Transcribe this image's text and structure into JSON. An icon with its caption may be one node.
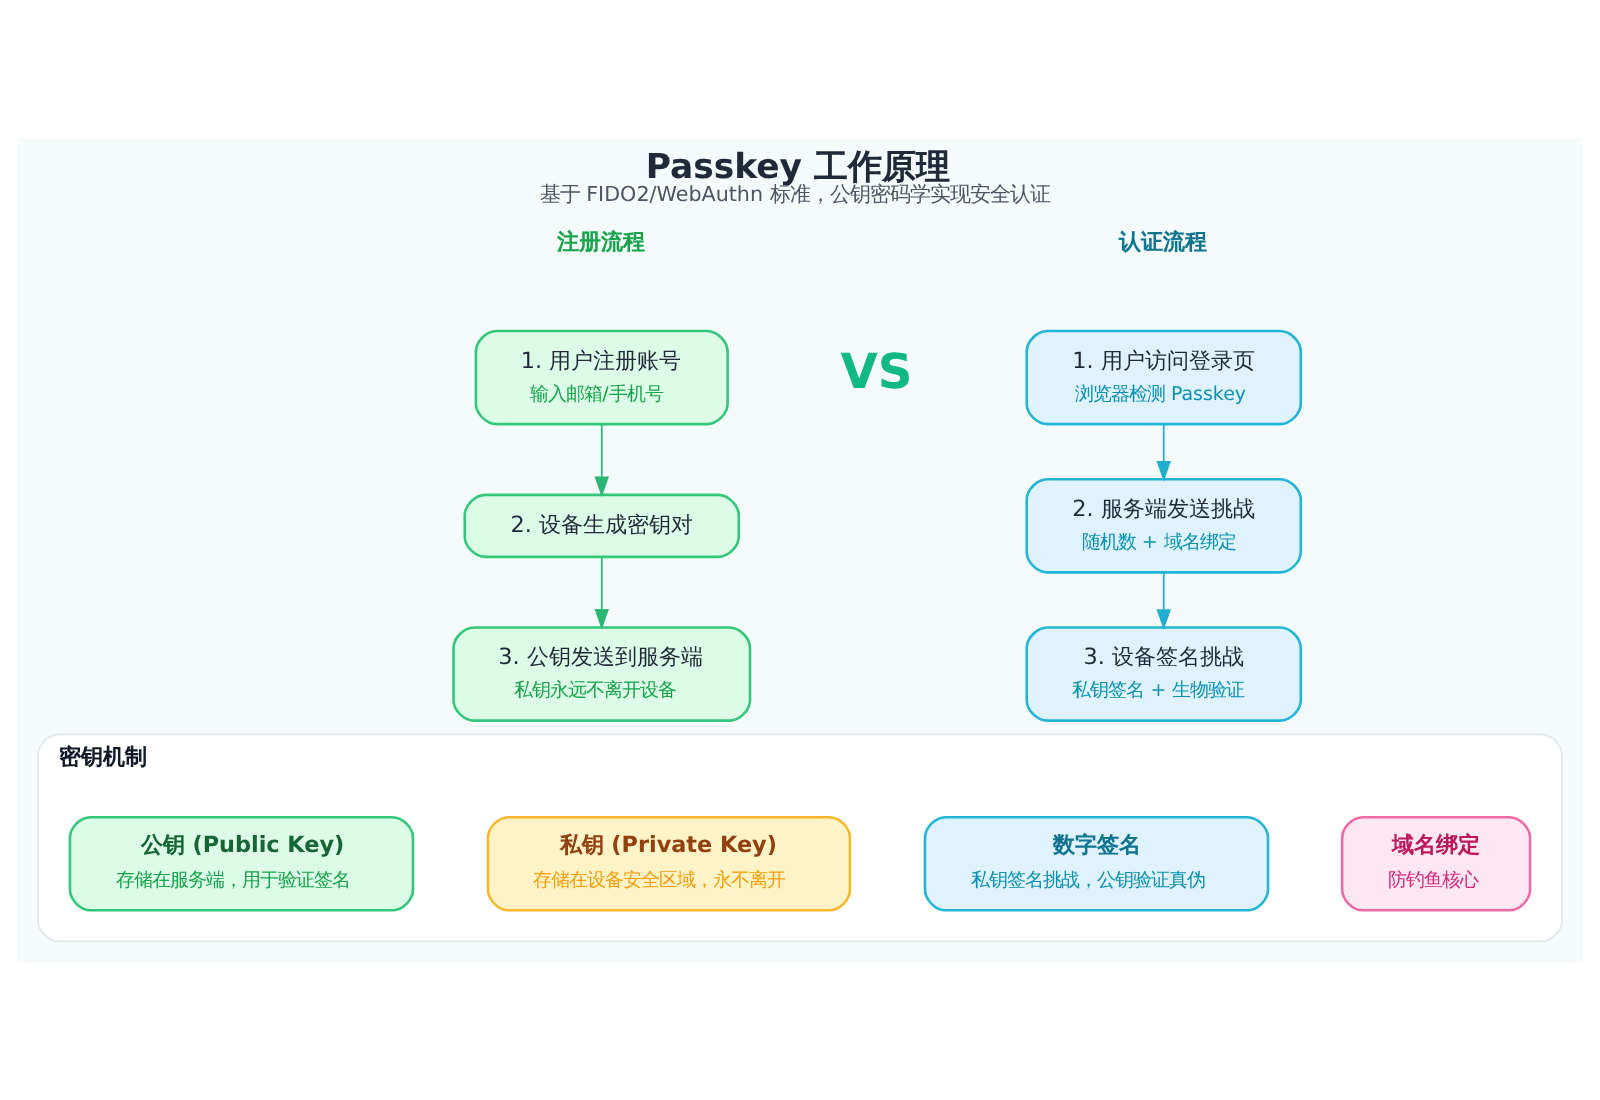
{
  "diagram": {
    "title": "Passkey 工作原理",
    "caption": "基于 FIDO2/WebAuthn 标准，公钥密码学实现安全认证",
    "nodes": [
      {
        "text": [
          "1. 用户注册账号",
          "输入邮箱/手机号"
        ]
      },
      {
        "text": [
          "2. 设备生成密钥对"
        ]
      },
      {
        "text": [
          "3. 公钥发送到服务端",
          "私钥永远不离开设备"
        ]
      },
      {
        "text": [
          "1. 用户访问登录页",
          "浏览器检测 Passkey"
        ]
      },
      {
        "text": [
          "2. 服务端发送挑战",
          "随机数 + 域名绑定"
        ]
      },
      {
        "text": [
          "3. 设备签名挑战",
          "私钥签名 + 生物验证"
        ]
      },
      {
        "text": [
          "密钥机制"
        ]
      },
      {
        "text": [
          "公钥 (Public Key)",
          "存储在服务端，用于验证签名"
        ],
        "in": 6
      },
      {
        "text": [
          "私钥 (Private Key)",
          "存储在设备安全区域，永不离开"
        ],
        "in": 6
      },
      {
        "text": [
          "数字签名",
          "私钥签名挑战，公钥验证真伪"
        ],
        "in": 6
      },
      {
        "text": [
          "域名绑定",
          "防钓鱼核心"
        ],
        "in": 6
      }
    ],
    "edges": [
      {
        "from": 0,
        "to": 1,
        "arrow": "to",
        "color": "#2bb673"
      },
      {
        "from": 1,
        "to": 2,
        "arrow": "to",
        "color": "#2bb673"
      },
      {
        "from": 3,
        "to": 4,
        "arrow": "to",
        "color": "#22aed1"
      },
      {
        "from": 4,
        "to": 5,
        "arrow": "to",
        "color": "#22aed1"
      }
    ],
    "labels": [
      "注册流程",
      "认证流程",
      "VS"
    ]
  }
}
